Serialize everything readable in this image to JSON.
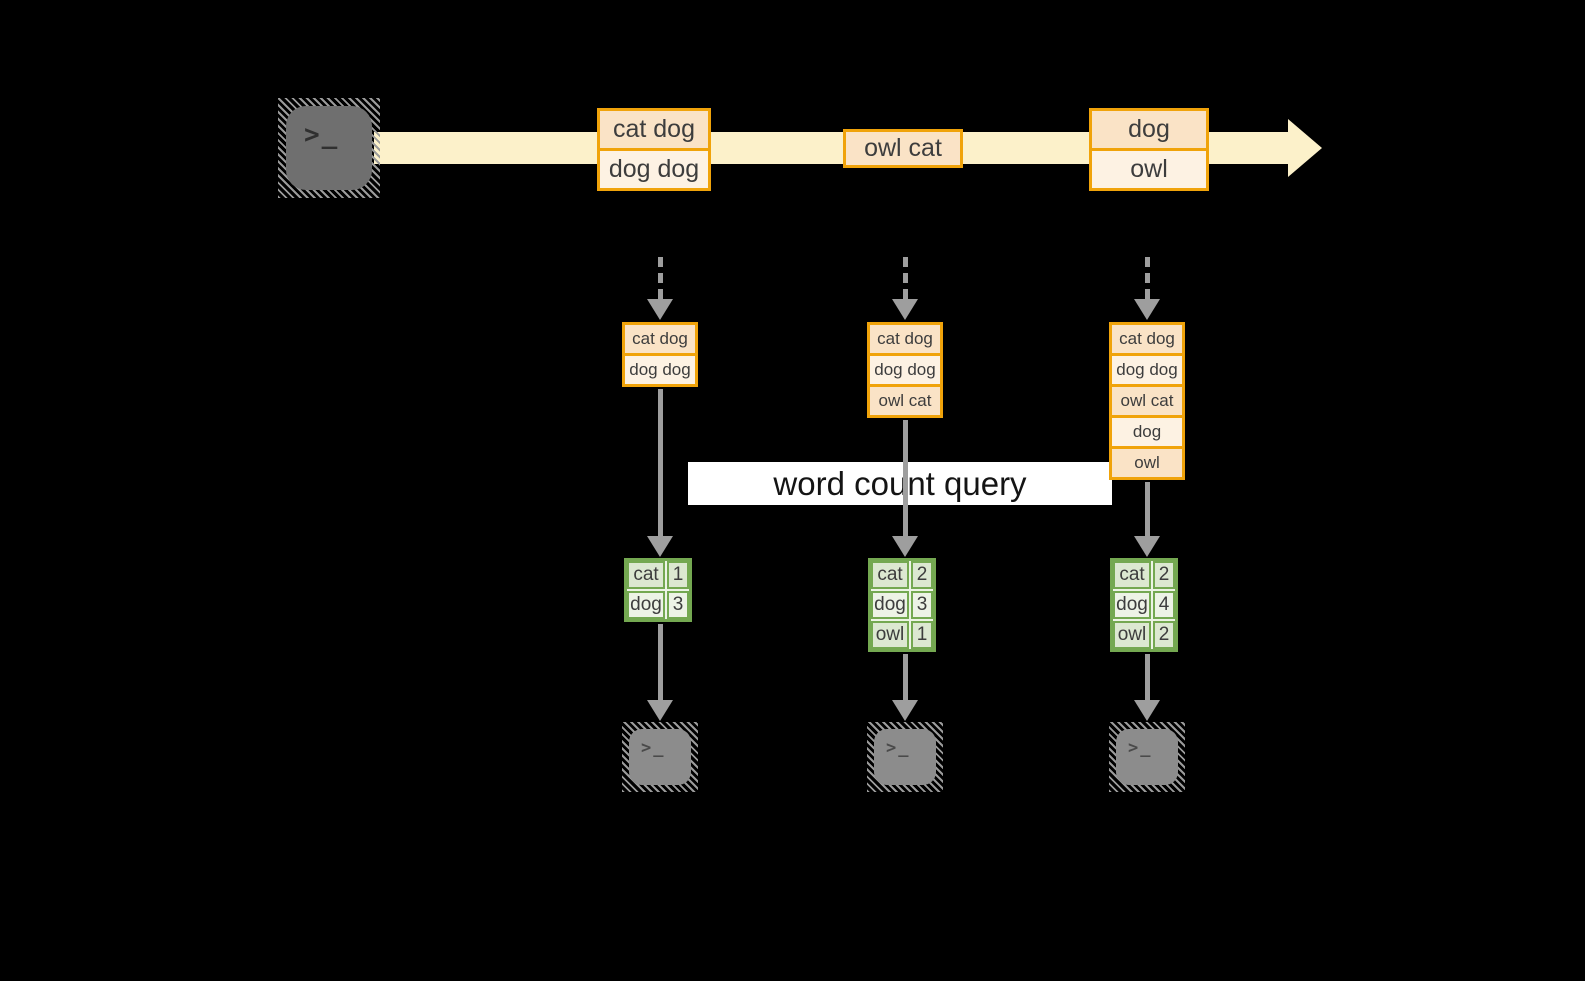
{
  "title": "streaming word count diagram",
  "colors": {
    "background": "#000000",
    "stream_band": "#FCF1CA",
    "box_border_orange": "#F0A30A",
    "box_fill_peach": "#FAE3C6",
    "box_fill_cream": "#FDF2E3",
    "table_border_green": "#74A851",
    "table_fill_green": "#DCE8D1",
    "table_fill_green_light": "#EDF3E6",
    "arrow_gray": "#9E9E9E",
    "label_background": "#FFFFFF",
    "terminal_dark": "#6F6F6F",
    "terminal_light": "#8C8C8C"
  },
  "icons": {
    "terminal_glyph": ">_"
  },
  "stream": {
    "groups": [
      {
        "items": [
          "cat dog",
          "dog dog"
        ]
      },
      {
        "items": [
          "owl cat"
        ]
      },
      {
        "items": [
          "dog",
          "owl"
        ]
      }
    ]
  },
  "query": {
    "label": "word count query"
  },
  "columns": [
    {
      "buffer": [
        "cat dog",
        "dog dog"
      ],
      "counts": [
        {
          "word": "cat",
          "count": "1"
        },
        {
          "word": "dog",
          "count": "3"
        }
      ]
    },
    {
      "buffer": [
        "cat dog",
        "dog dog",
        "owl cat"
      ],
      "counts": [
        {
          "word": "cat",
          "count": "2"
        },
        {
          "word": "dog",
          "count": "3"
        },
        {
          "word": "owl",
          "count": "1"
        }
      ]
    },
    {
      "buffer": [
        "cat dog",
        "dog dog",
        "owl cat",
        "dog",
        "owl"
      ],
      "counts": [
        {
          "word": "cat",
          "count": "2"
        },
        {
          "word": "dog",
          "count": "4"
        },
        {
          "word": "owl",
          "count": "2"
        }
      ]
    }
  ]
}
